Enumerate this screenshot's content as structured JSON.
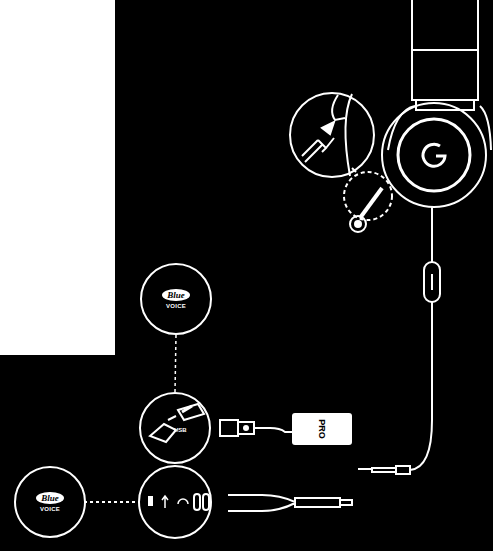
{
  "diagram": {
    "nodes": [
      {
        "text": [
          "Blue",
          "VOICE"
        ]
      },
      {
        "text": [
          "USB"
        ]
      },
      {
        "text": [
          "PRO"
        ]
      },
      {
        "text": [
          "Blue",
          "VOICE"
        ]
      }
    ],
    "edges": [
      {
        "from": 0,
        "to": 1,
        "arrow": "none"
      }
    ]
  }
}
